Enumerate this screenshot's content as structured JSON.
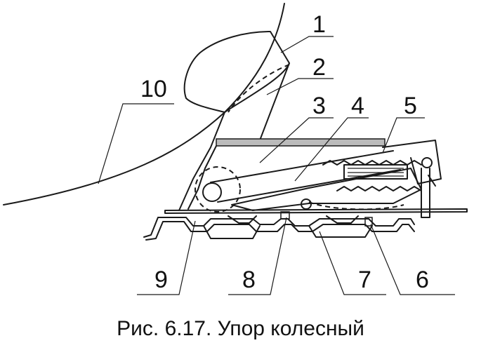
{
  "caption": "Рис. 6.17. Упор колесный",
  "callouts": {
    "c1": "1",
    "c2": "2",
    "c3": "3",
    "c4": "4",
    "c5": "5",
    "c6": "6",
    "c7": "7",
    "c8": "8",
    "c9": "9",
    "c10": "10"
  }
}
